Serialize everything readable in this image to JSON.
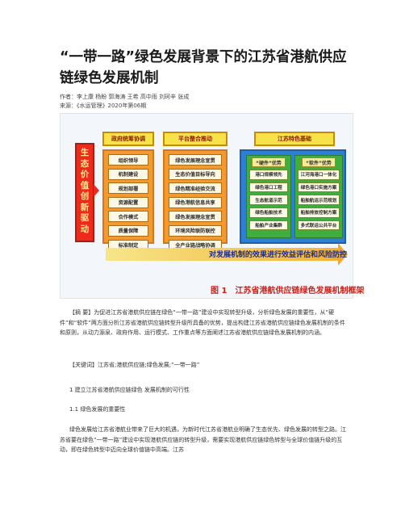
{
  "title": "“一带一路”绿色发展背景下的江苏省港航供应链绿色发展机制",
  "authors_line": "作者：李上康 杨盼 郭海涛 王希 高中雨 刘珂辛 张成",
  "source_line": "来源：《水运管理》2020年第06期",
  "figure": {
    "red_box": "生态价值创新驱动",
    "col1_header": "政府统筹协调",
    "col1_items": [
      "组织领导",
      "机制建设",
      "规划部署",
      "资源配置",
      "合作模式",
      "质量保障",
      "标准制定"
    ],
    "col2_header": "平台整合推动",
    "col2_items": [
      "绿色发展理念宣贯",
      "生态价值目标导向",
      "绿色精准经验交流",
      "绿色港航信息共享",
      "绿色发展理念宣贯",
      "环境风险联防联控",
      "全产业链战略协调"
    ],
    "col3_header": "江苏特色基础",
    "hard_header": "“硬件”优势",
    "hard_items": [
      "港口规模领先",
      "绿色港口工程",
      "生态航道示范",
      "绿色船舶技术",
      "船舶产业集群"
    ],
    "soft_header": "“软件”优势",
    "soft_items": [
      "江河海港口一体化",
      "绿色港口实施方案",
      "船舶航运示范规划",
      "船舶排放控制方案",
      "多式联运公共平台"
    ],
    "arrow_text": "对发展机制的效果进行效益评估和风险防控",
    "caption": "图 1　江苏省港航供应链绿色发展机制框架",
    "colors": {
      "red": "#ee2a1c",
      "orange": "#f39a2e",
      "blue": "#2d7fd4",
      "green": "#3fae3c",
      "yellow": "#f7e24a"
    }
  },
  "abstract": "【摘 要】为促进江苏省港航供应链在绿色“一带一路”建设中实现转型升级，分析绿色发展的重要性，从“硬件”和“软件”两方面分析江苏省港航供应链转型升级所具备的优势，提出构建江苏省港航供应链绿色发展机制的条件和原则，从动力源泉、政府作用、运行模式、工作重点等方面阐述江苏省港航供应链绿色发展机制的内涵。",
  "keywords": "【关键词】江苏省;港航供应链;绿色发展;“一带一路”",
  "heading1": "1 建立江苏省港航供应链绿色 发展机制的可行性",
  "heading2": "1.1 绿色发展的重要性",
  "body": "绿色发展给江苏省港航业带来了巨大的机遇，为新时代江苏省港航业明确了生态优先、绿色发展的转型之路。江苏省要在绿色“一带一路”建设中实现港航供应链的转型升级，需要实现港航供应链绿色转型与全球价值链升级的互动，即在绿色转型中迈向全球价值链中高端。江苏"
}
